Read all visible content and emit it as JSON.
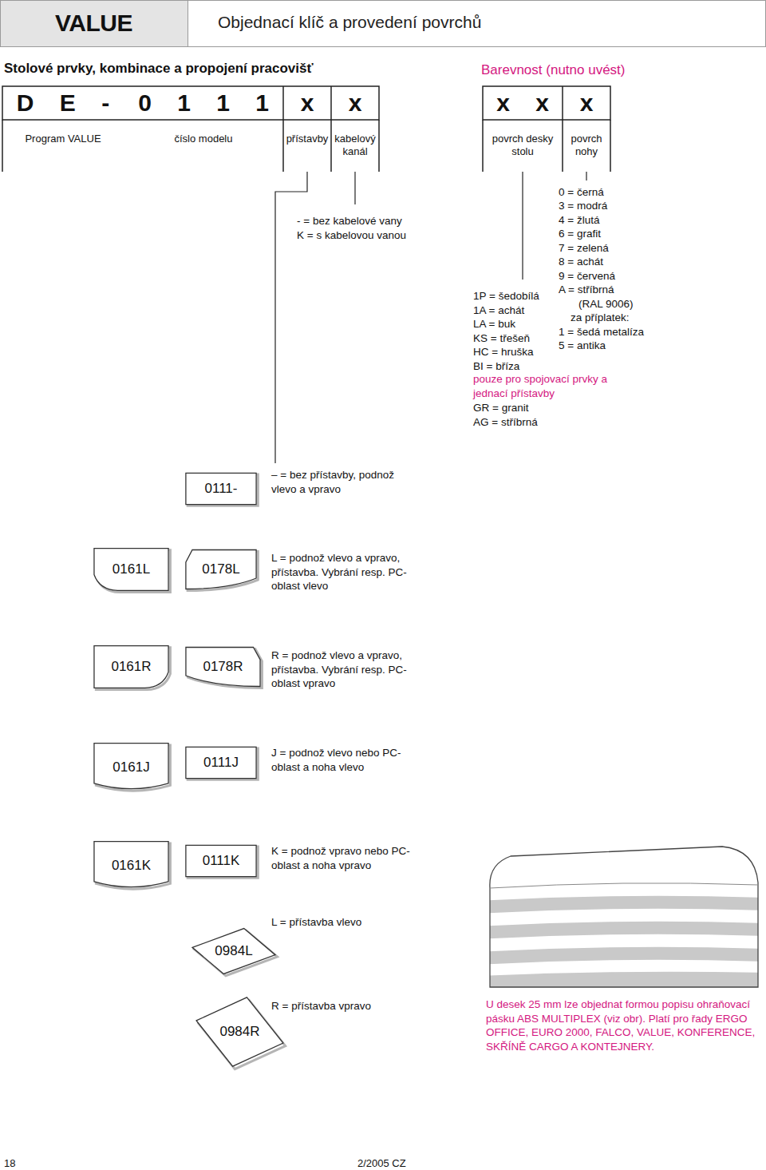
{
  "diagram": {
    "title": "Objednací klíč a provedení povrchů",
    "nodes": [
      {
        "text": [
          "VALUE"
        ]
      },
      {
        "text": [
          "D E -",
          "Program VALUE"
        ]
      },
      {
        "text": [
          "0 1 1 1",
          "číslo modelu"
        ]
      },
      {
        "text": [
          "x",
          "přístavby"
        ]
      },
      {
        "text": [
          "x",
          "kabelový kanál"
        ]
      },
      {
        "text": [
          "x x",
          "povrch desky stolu"
        ]
      },
      {
        "text": [
          "x",
          "povrch nohy"
        ]
      },
      {
        "text": [
          "0111-"
        ]
      },
      {
        "text": [
          "0161L"
        ]
      },
      {
        "text": [
          "0178L"
        ]
      },
      {
        "text": [
          "0161R"
        ]
      },
      {
        "text": [
          "0178R"
        ]
      },
      {
        "text": [
          "0161J"
        ]
      },
      {
        "text": [
          "0111J"
        ]
      },
      {
        "text": [
          "0161K"
        ]
      },
      {
        "text": [
          "0111K"
        ]
      },
      {
        "text": [
          "0984L"
        ]
      },
      {
        "text": [
          "0984R"
        ]
      }
    ],
    "labels": [
      "Stolové prvky, kombinace a propojení pracovišť",
      "Barevnost (nutno uvést)",
      "- = bez kabelové vany",
      "K = s kabelovou vanou",
      "0 = černá",
      "3 = modrá",
      "4 = žlutá",
      "6 = grafit",
      "7 = zelená",
      "8 = achát",
      "9 = červená",
      "A = stříbrná",
      "(RAL 9006)",
      "za příplatek:",
      "1 = šedá metalíza",
      "5 = antika",
      "1P = šedobílá",
      "1A = achát",
      "LA = buk",
      "KS = třešeň",
      "HC = hruška",
      "BI = bříza",
      "pouze pro spojovací prvky a jednací přístavby",
      "GR = granit",
      "AG = stříbrná",
      "– = bez přístavby, podnož vlevo a vpravo",
      "L = podnož vlevo a vpravo, přístavba. Vybrání resp. PC-oblast vlevo",
      "R = podnož vlevo a vpravo, přístavba. Vybrání resp. PC-oblast vpravo",
      "J = podnož vlevo nebo PC-oblast a noha vlevo",
      "K = podnož vpravo nebo PC-oblast a noha vpravo",
      "L = přístavba vlevo",
      "R = přístavba vpravo",
      "U desek 25 mm lze objednat formou popisu ohraňovací pásku ABS MULTIPLEX (viz obr). Platí pro řady ERGO OFFICE, EURO 2000, FALCO, VALUE, KONFERENCE, SKŘÍNĚ CARGO A KONTEJNERY.",
      "18",
      "2/2005 CZ"
    ]
  }
}
